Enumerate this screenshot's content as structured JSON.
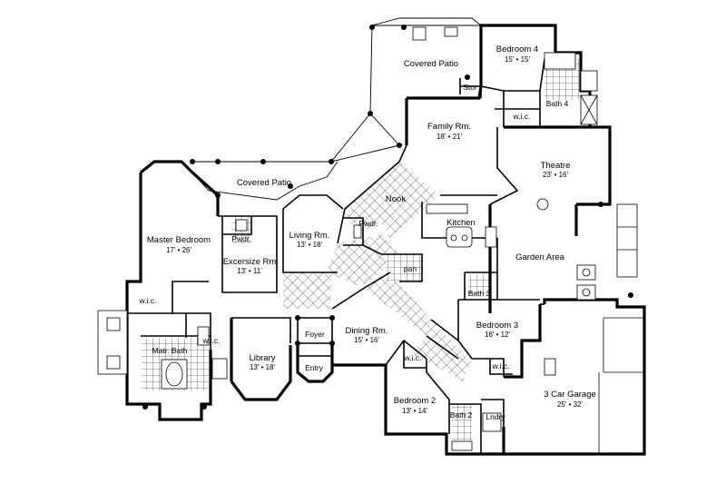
{
  "rooms": {
    "covered_patio_top": "Covered Patio",
    "covered_patio_left": "Covered Patio",
    "bedroom4": {
      "name": "Bedroom 4",
      "dims": "15' • 15'"
    },
    "stor": "Stor",
    "bath4": "Bath 4",
    "wic_bed4": "w.i.c.",
    "family": {
      "name": "Family Rm.",
      "dims": "18' • 21'"
    },
    "theatre": {
      "name": "Theatre",
      "dims": "23' • 16'"
    },
    "nook": "Nook",
    "kitchen": "Kitchen",
    "pwdr_kitchen": "Pwdr.",
    "pwdr_ex": "Pwdr.",
    "master": {
      "name": "Master Bedroom",
      "dims": "17' • 26'"
    },
    "exercise": {
      "name": "Excersize Rm",
      "dims": "13' • 11'"
    },
    "living": {
      "name": "Living Rm.",
      "dims": "13' • 18'"
    },
    "pan": "pan",
    "garden": "Garden Area",
    "bath3": "Bath 3",
    "bedroom3": {
      "name": "Bedroom 3",
      "dims": "16' • 12'"
    },
    "wic_master": "w.i.c.",
    "matr_bath": "Matr. Bath",
    "wic_bath": "w.i.c.",
    "library": {
      "name": "Library",
      "dims": "13' • 18'"
    },
    "foyer": "Foyer",
    "entry": "Entry",
    "dining": {
      "name": "Dining Rm.",
      "dims": "15' • 16'"
    },
    "wic_bed2": "w.i.c.",
    "wic_bed3": "w.i.c.",
    "bedroom2": {
      "name": "Bedroom 2",
      "dims": "13' • 14'"
    },
    "bath2": "Bath 2",
    "lndry": "Lndry",
    "garage": {
      "name": "3 Car Garage",
      "dims": "25' • 32'"
    }
  }
}
